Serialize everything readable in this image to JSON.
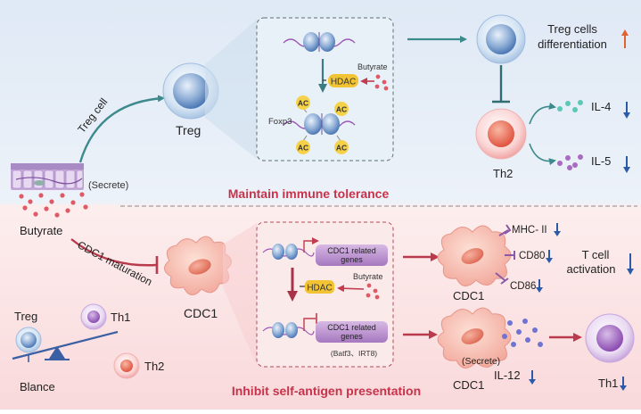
{
  "colors": {
    "top_bg": "#e3ecf6",
    "bottom_bg": "#fbe3e4",
    "teal_arrow": "#3c8a8c",
    "red_arrow": "#b83a4c",
    "title_red": "#c8324a",
    "blue_down": "#2a5aa8",
    "orange_up": "#e0622c",
    "hdac_yellow": "#f2c433",
    "ac_yellow": "#f6d24a",
    "purple_box": "#b78fcb"
  },
  "top": {
    "path_label": "Treg cell",
    "secrete_label": "(Secrete)",
    "butyrate_label": "Butyrate",
    "treg_label": "Treg",
    "hdac_label": "HDAC",
    "butyrate_small": "Butyrate",
    "foxp3_label": "Foxp3",
    "ac_label": "AC",
    "treg_diff_line1": "Treg cells",
    "treg_diff_line2": "differentiation",
    "th2_label": "Th2",
    "il4_label": "IL-4",
    "il5_label": "IL-5",
    "section_title": "Maintain immune tolerance"
  },
  "bottom": {
    "path_label": "CDC1 maturation",
    "cdc1_label": "CDC1",
    "gene_box1_line1": "CDC1 related",
    "gene_box1_line2": "genes",
    "hdac_label": "HDAC",
    "butyrate_small": "Butyrate",
    "gene_box2_line1": "CDC1 related",
    "gene_box2_line2": "genes",
    "gene_box2_note": "(Batf3、IRT8)",
    "cdc1_top_label": "CDC1",
    "mhc_label": "MHC- II",
    "cd80_label": "CD80",
    "cd86_label": "CD86",
    "tcell_line1": "T cell",
    "tcell_line2": "activation",
    "cdc1_bottom_label": "CDC1",
    "secrete_label": "(Secrete)",
    "il12_label": "IL-12",
    "th1_right_label": "Th1",
    "section_title": "Inhibit self-antigen presentation"
  },
  "balance": {
    "treg_label": "Treg",
    "th1_label": "Th1",
    "th2_label": "Th2",
    "balance_label": "Blance"
  }
}
